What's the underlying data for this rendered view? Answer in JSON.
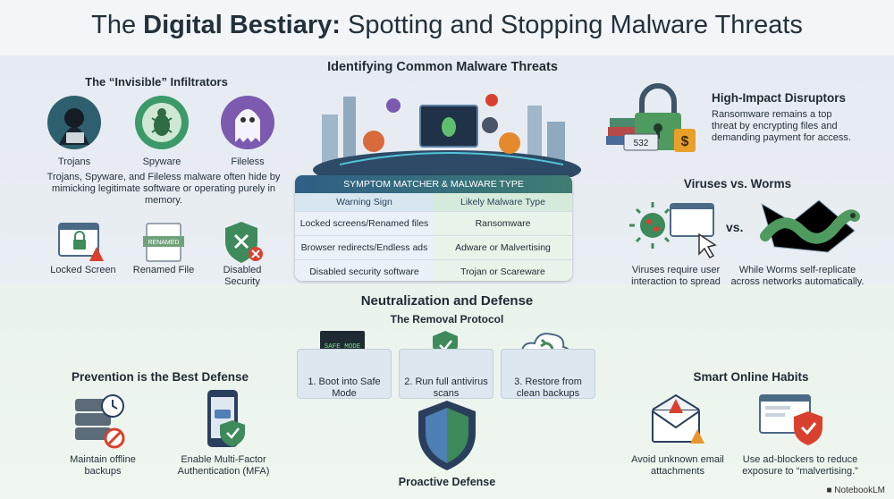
{
  "title": {
    "pre": "The ",
    "bold": "Digital Bestiary:",
    "post": " Spotting and Stopping Malware Threats"
  },
  "identifying": {
    "heading": "Identifying Common Malware Threats"
  },
  "invisible": {
    "heading": "The “Invisible” Infiltrators",
    "items": [
      {
        "label": "Trojans"
      },
      {
        "label": "Spyware"
      },
      {
        "label": "Fileless"
      }
    ],
    "description": "Trojans, Spyware, and Fileless malware often hide by mimicking legitimate software or operating purely in memory.",
    "signs": [
      {
        "label": "Locked Screen"
      },
      {
        "label": "Renamed File",
        "badge": "RENAMED"
      },
      {
        "label": "Disabled Security"
      }
    ]
  },
  "table": {
    "title": "SYMPTOM MATCHER & MALWARE TYPE",
    "col1": "Warning Sign",
    "col2": "Likely Malware Type",
    "rows": [
      {
        "sign": "Locked screens/Renamed files",
        "type": "Ransomware"
      },
      {
        "sign": "Browser redirects/Endless ads",
        "type": "Adware or Malvertising"
      },
      {
        "sign": "Disabled security software",
        "type": "Trojan or Scareware"
      }
    ]
  },
  "high_impact": {
    "heading": "High-Impact Disruptors",
    "text": "Ransomware remains a top threat by encrypting files and demanding payment for access.",
    "screen_num": "532",
    "dollar": "$"
  },
  "viruses": {
    "heading": "Viruses vs. Worms",
    "vs": "vs.",
    "virus_text": "Viruses require user interaction to spread",
    "worm_text": "While Worms self-replicate across networks automatically."
  },
  "neutralization": {
    "heading": "Neutralization and Defense",
    "sub": "The Removal Protocol"
  },
  "steps": [
    {
      "label": "1. Boot into Safe Mode",
      "badge": "SAFE MODE"
    },
    {
      "label": "2. Run full antivirus scans"
    },
    {
      "label": "3. Restore from clean backups"
    }
  ],
  "prevention": {
    "heading": "Prevention is the Best Defense",
    "items": [
      {
        "label": "Maintain offline backups"
      },
      {
        "label": "Enable Multi-Factor Authentication (MFA)"
      }
    ]
  },
  "proactive": {
    "label": "Proactive Defense"
  },
  "habits": {
    "heading": "Smart Online Habits",
    "items": [
      {
        "label": "Avoid unknown email attachments"
      },
      {
        "label": "Use ad-blockers to reduce exposure to “malvertising.”"
      }
    ]
  },
  "footer": "NotebookLM",
  "colors": {
    "navy": "#2a3f5c",
    "green": "#3e8a5a",
    "accent_red": "#d9412f",
    "orange": "#e9952d"
  }
}
